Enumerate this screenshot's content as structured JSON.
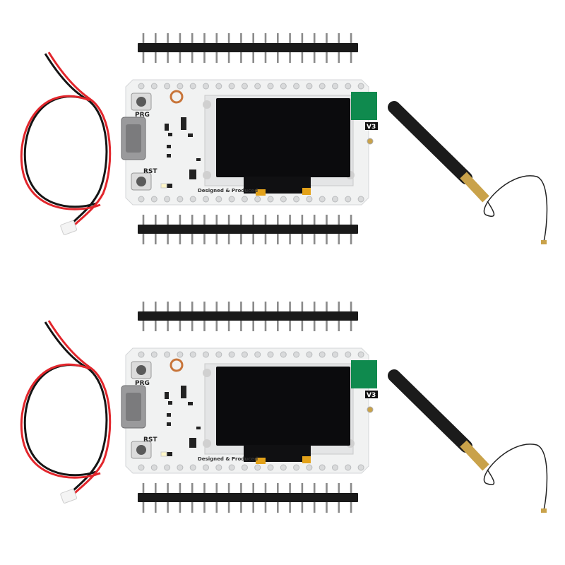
{
  "image": {
    "description_kind": "product-photo",
    "kit_count": 2,
    "colors": {
      "background": "#ffffff",
      "board": "#f1f2f2",
      "oled": "#0b0b0d",
      "antenna_patch": "#0f8a4e",
      "wire_red": "#e2262c",
      "wire_black": "#151515",
      "header_plastic": "#1a1a1a",
      "pin_metal": "#8a8a8a",
      "antenna_brass": "#c9a24a",
      "flex_tape": "#e3a21a"
    }
  },
  "board": {
    "button_prg_label": "PRG",
    "button_rst_label": "RST",
    "version_label": "V3",
    "silkscreen_text": "Designed & Produced"
  }
}
